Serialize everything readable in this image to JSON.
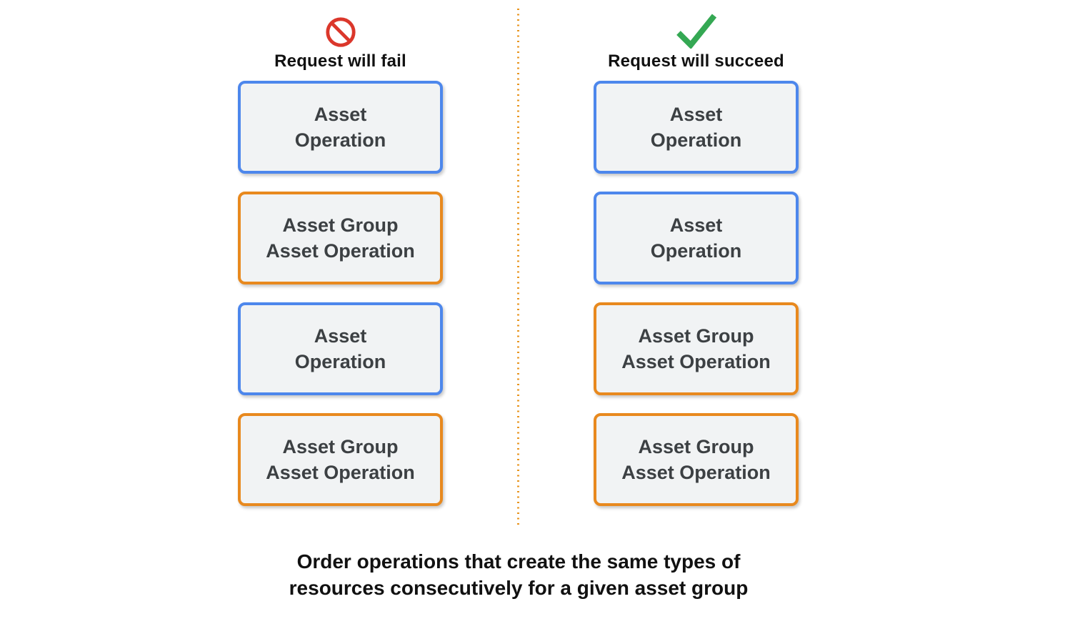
{
  "columns": [
    {
      "id": "fail",
      "icon": "prohibition-icon",
      "title": "Request will fail",
      "boxes": [
        {
          "type": "asset-operation",
          "label": "Asset\nOperation"
        },
        {
          "type": "asset-group-asset-operation",
          "label": "Asset Group\nAsset Operation"
        },
        {
          "type": "asset-operation",
          "label": "Asset\nOperation"
        },
        {
          "type": "asset-group-asset-operation",
          "label": "Asset Group\nAsset Operation"
        }
      ]
    },
    {
      "id": "succeed",
      "icon": "checkmark-icon",
      "title": "Request will succeed",
      "boxes": [
        {
          "type": "asset-operation",
          "label": "Asset\nOperation"
        },
        {
          "type": "asset-operation",
          "label": "Asset\nOperation"
        },
        {
          "type": "asset-group-asset-operation",
          "label": "Asset Group\nAsset Operation"
        },
        {
          "type": "asset-group-asset-operation",
          "label": "Asset Group\nAsset Operation"
        }
      ]
    }
  ],
  "caption": "Order operations that create the same types of\nresources consecutively for a given asset group",
  "colors": {
    "asset_operation_border": "#4D87EC",
    "asset_group_border": "#E8891E",
    "box_fill": "#F1F3F4",
    "box_text": "#3C4043",
    "fail_icon": "#DB372B",
    "succeed_icon": "#34A853",
    "divider": "#E8951F",
    "heading_text": "#111111"
  }
}
